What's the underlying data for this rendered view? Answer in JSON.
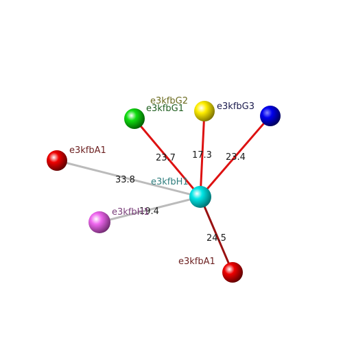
{
  "atoms": [
    {
      "id": "H1",
      "label": "e3kfbH1",
      "label_color": "#2e7d7d",
      "sphere_color": "#00e6e6"
    },
    {
      "id": "G2",
      "label": "e3kfbG2",
      "label_color": "#6b6b1f",
      "sphere_color": "#ffee00"
    },
    {
      "id": "G1",
      "label": "e3kfbG1",
      "label_color": "#1f5e1f",
      "sphere_color": "#11dd11"
    },
    {
      "id": "G3",
      "label": "e3kfbG3",
      "label_color": "#1a1a4d",
      "sphere_color": "#0000ee"
    },
    {
      "id": "A1a",
      "label": "e3kfbA1",
      "label_color": "#6b1f1f",
      "sphere_color": "#ee0000"
    },
    {
      "id": "H1b",
      "label": "e3kfbH1",
      "label_color": "#7a3f7a",
      "sphere_color": "#ee66ee"
    },
    {
      "id": "A1b",
      "label": "e3kfbA1",
      "label_color": "#6b1f1f",
      "sphere_color": "#ee0000"
    }
  ],
  "bonds": [
    {
      "from": "H1",
      "to": "G1",
      "distance": "23.7",
      "color": "#dd1111"
    },
    {
      "from": "H1",
      "to": "G2",
      "distance": "17.3",
      "color": "#dd1111"
    },
    {
      "from": "H1",
      "to": "G3",
      "distance": "23.4",
      "color": "#dd1111"
    },
    {
      "from": "H1",
      "to": "A1a",
      "distance": "33.8",
      "color": "#bbbbbb"
    },
    {
      "from": "H1",
      "to": "H1b",
      "distance": "19.4",
      "color": "#bbbbbb"
    },
    {
      "from": "H1",
      "to": "A1b",
      "distance": "24.5",
      "color": "#991111"
    }
  ]
}
